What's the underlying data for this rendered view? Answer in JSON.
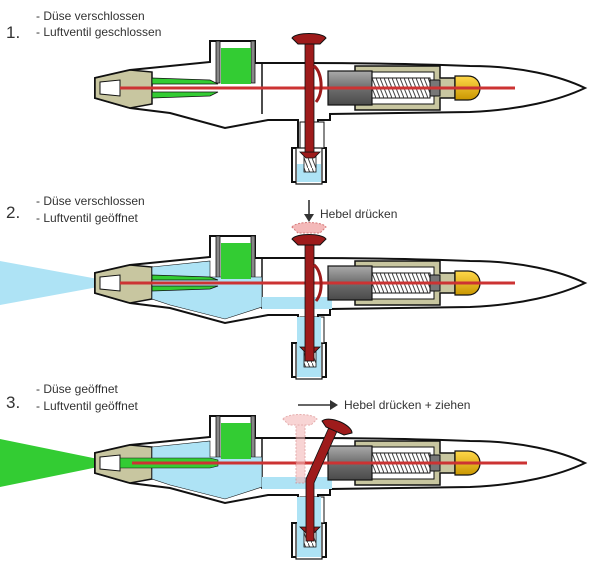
{
  "steps": [
    {
      "number": "1.",
      "lines": [
        "- Düse verschlossen",
        "- Luftventil geschlossen"
      ],
      "action": ""
    },
    {
      "number": "2.",
      "lines": [
        "- Düse verschlossen",
        "- Luftventil geöffnet"
      ],
      "action": "Hebel drücken"
    },
    {
      "number": "3.",
      "lines": [
        "- Düse geöffnet",
        "- Luftventil geöffnet"
      ],
      "action": "Hebel drücken + ziehen"
    }
  ],
  "colors": {
    "paint": "#33cc33",
    "air": "#aee3f5",
    "needle": "#cc3333",
    "lever": "#9e1b1b",
    "body_fill": "#ffffff",
    "outline": "#111111",
    "chuck": "#c8c6a0",
    "knob": "#e8b800"
  }
}
